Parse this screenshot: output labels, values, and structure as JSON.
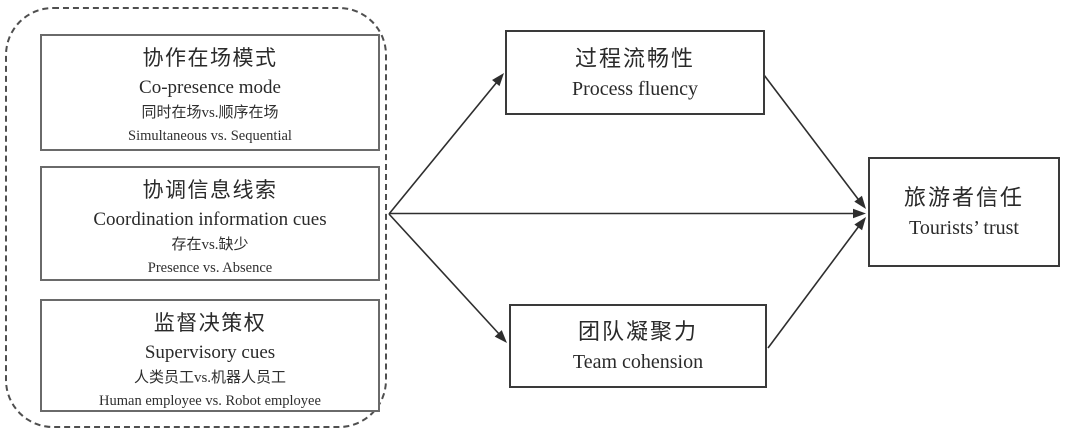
{
  "diagram": {
    "independent_variables": {
      "boxes": [
        {
          "title_zh": "协作在场模式",
          "title_en": "Co-presence mode",
          "levels_zh": "同时在场vs.顺序在场",
          "levels_en": "Simultaneous vs. Sequential"
        },
        {
          "title_zh": "协调信息线索",
          "title_en": "Coordination information cues",
          "levels_zh": "存在vs.缺少",
          "levels_en": "Presence vs. Absence"
        },
        {
          "title_zh": "监督决策权",
          "title_en": "Supervisory cues",
          "levels_zh": "人类员工vs.机器人员工",
          "levels_en": "Human employee vs. Robot employee"
        }
      ]
    },
    "mediators": [
      {
        "title_zh": "过程流畅性",
        "title_en": "Process fluency"
      },
      {
        "title_zh": "团队凝聚力",
        "title_en": "Team cohension"
      }
    ],
    "outcome": {
      "title_zh": "旅游者信任",
      "title_en": "Tourists’ trust"
    },
    "edges": [
      {
        "from": "independent-variables-group",
        "to": "process-fluency"
      },
      {
        "from": "independent-variables-group",
        "to": "tourists-trust"
      },
      {
        "from": "independent-variables-group",
        "to": "team-cohension"
      },
      {
        "from": "process-fluency",
        "to": "tourists-trust"
      },
      {
        "from": "team-cohension",
        "to": "tourists-trust"
      }
    ],
    "colors": {
      "background": "#ffffff",
      "arrow": "#2e2e2e",
      "group_border": "#4f4f4f",
      "box_border": "#6a6a6a",
      "node_border": "#3a3a3a",
      "text": "#222222"
    }
  }
}
